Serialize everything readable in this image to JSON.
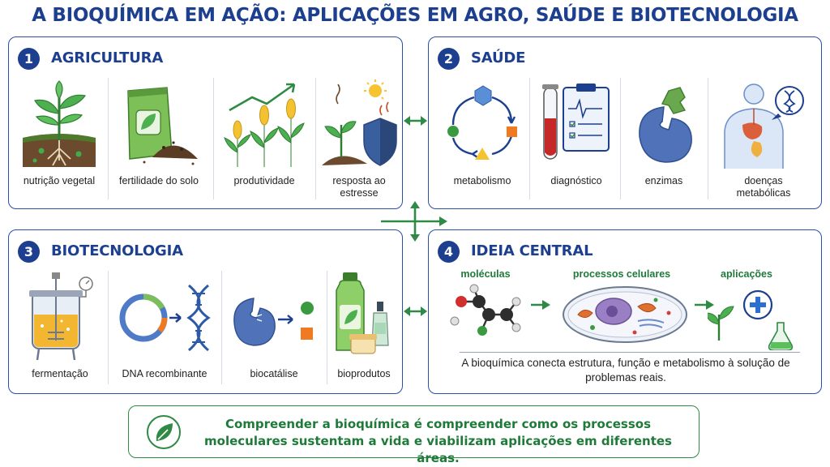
{
  "title": "A BIOQUÍMICA EM AÇÃO: APLICAÇÕES EM AGRO, SAÚDE E BIOTECNOLOGIA",
  "panels": {
    "agricultura": {
      "number": "1",
      "title": "AGRICULTURA",
      "items": [
        "nutrição vegetal",
        "fertilidade do solo",
        "produtividade",
        "resposta ao estresse"
      ]
    },
    "saude": {
      "number": "2",
      "title": "SAÚDE",
      "items": [
        "metabolismo",
        "diagnóstico",
        "enzimas",
        "doenças metabólicas"
      ]
    },
    "biotecnologia": {
      "number": "3",
      "title": "BIOTECNOLOGIA",
      "items": [
        "fermentação",
        "DNA recombinante",
        "biocatálise",
        "bioprodutos"
      ]
    },
    "ideia_central": {
      "number": "4",
      "title": "IDEIA CENTRAL",
      "steps": [
        "moléculas",
        "processos celulares",
        "aplicações"
      ],
      "text": "A bioquímica conecta estrutura, função e metabolismo à solução de problemas reais."
    }
  },
  "conclusion": "Compreender a bioquímica é compreender como os processos moleculares sustentam a vida e viabilizam aplicações em diferentes áreas.",
  "colors": {
    "title_blue": "#1d3f8f",
    "panel_border": "#2a4fa8",
    "accent_green": "#2e8a44"
  }
}
